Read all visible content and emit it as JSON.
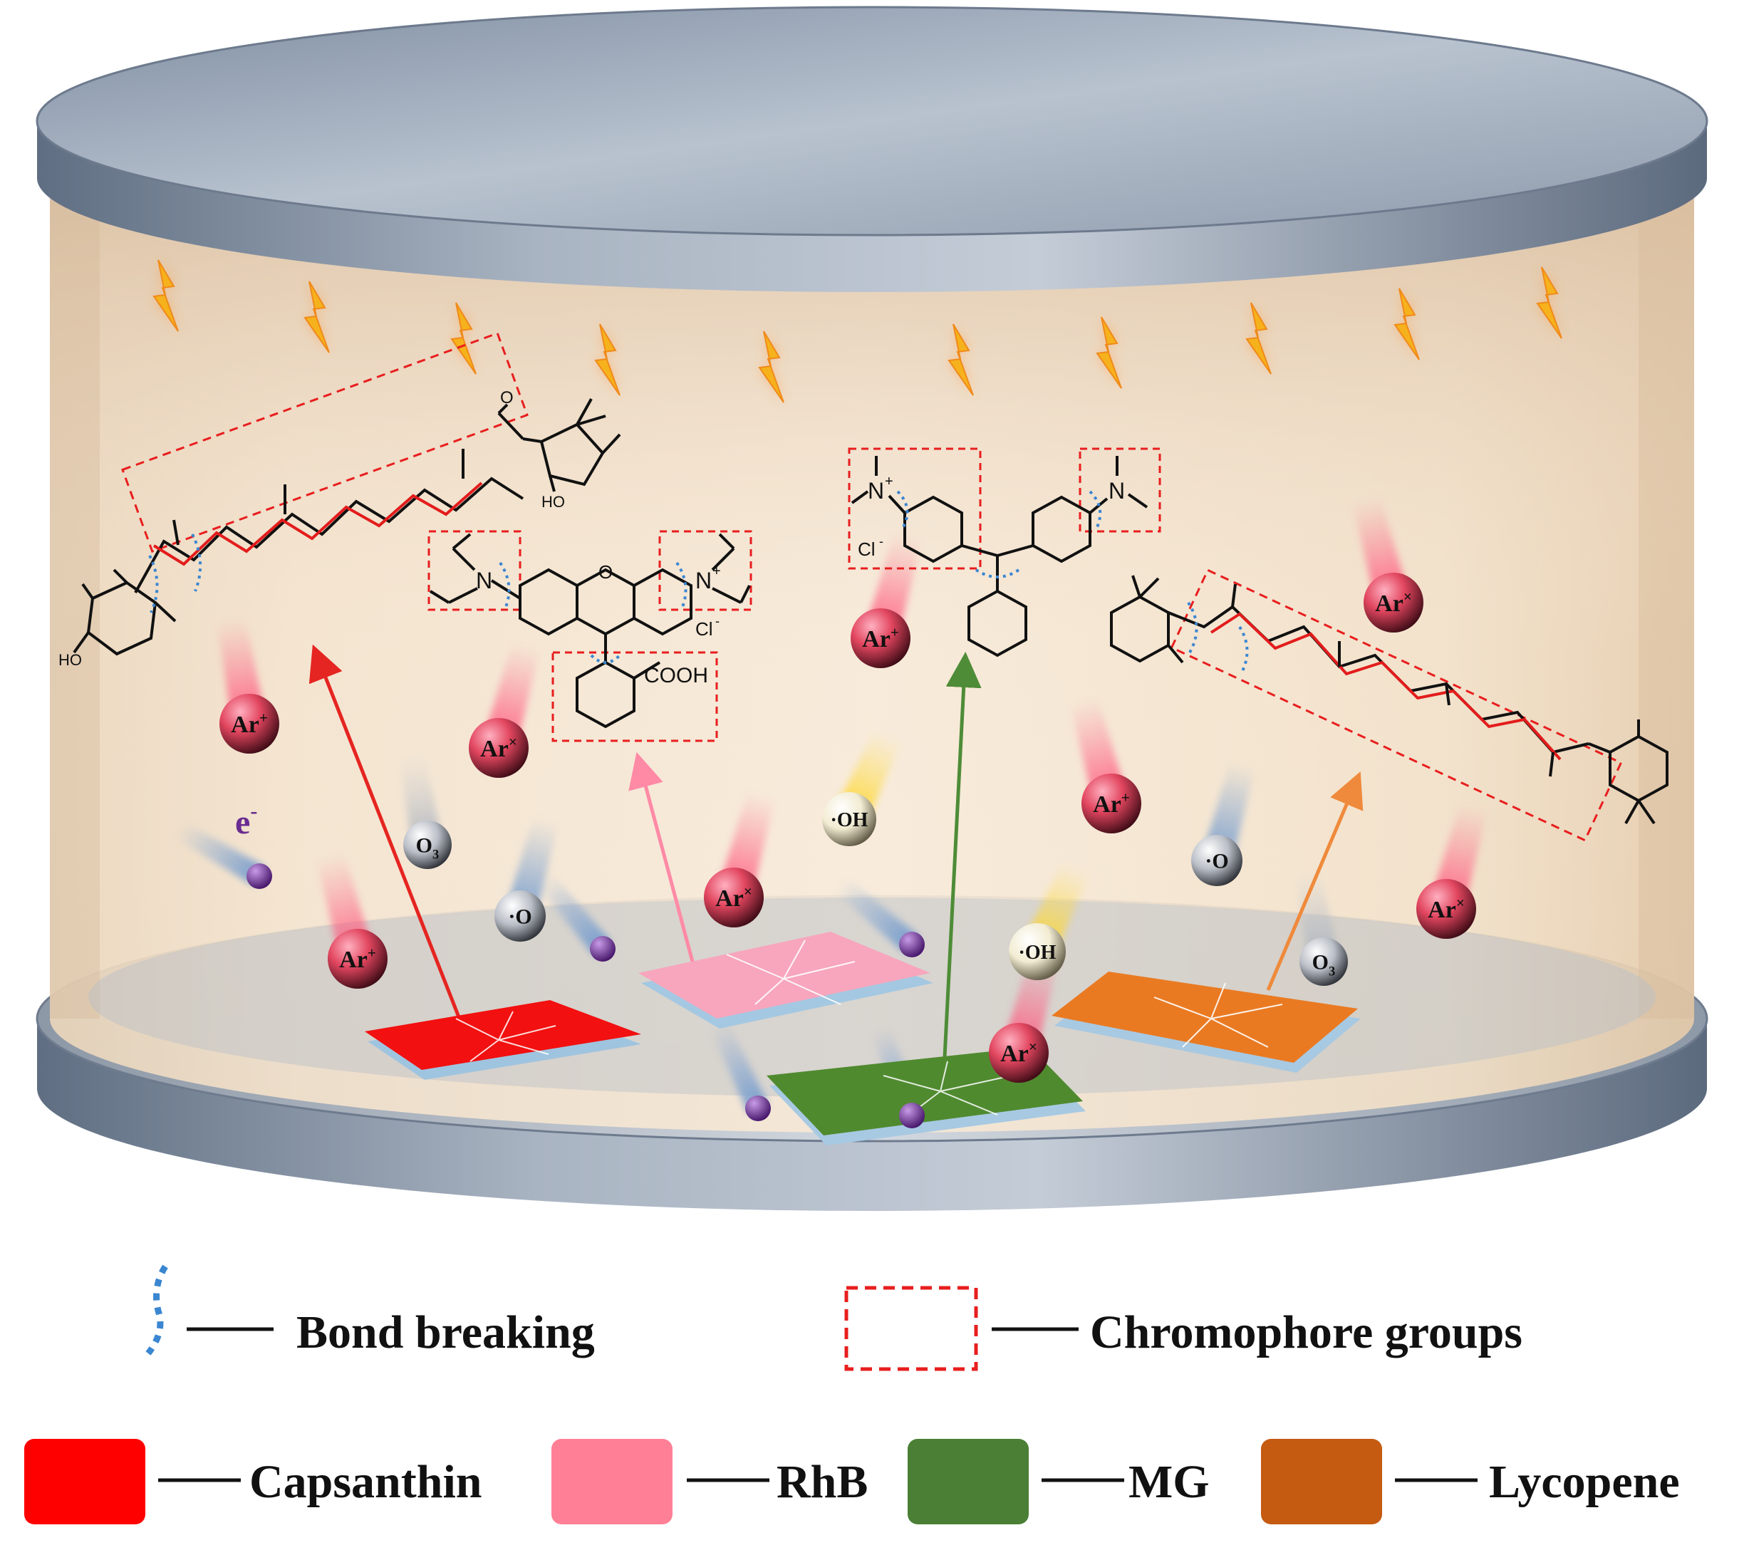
{
  "legend": {
    "bond_breaking": "Bond breaking",
    "chromophore_groups": "Chromophore groups",
    "capsanthin": "Capsanthin",
    "rhb": "RhB",
    "mg": "MG",
    "lycopene": "Lycopene"
  },
  "species": {
    "ar_ion": "Ar",
    "ar_ion_sup": "+",
    "ar_excited": "Ar",
    "ar_excited_sup": "×",
    "o3": "O",
    "o3_sub": "3",
    "o_radical": "·O",
    "oh_radical": "·OH",
    "electron": "e",
    "electron_sup": "-"
  },
  "chemistry": {
    "ho": "HO",
    "o": "O",
    "n": "N",
    "n_plus": "+",
    "cl": "Cl",
    "cl_sup": "-",
    "cooh": "COOH"
  },
  "colors": {
    "capsanthin": "#ff0000",
    "rhb": "#ff8096",
    "mg": "#4a7f35",
    "lycopene": "#c55a11",
    "chromophore_box": "#e81e1e",
    "bond_break": "#3a86d1",
    "electron": "#6a2c91",
    "spark": "#f6b21c"
  }
}
